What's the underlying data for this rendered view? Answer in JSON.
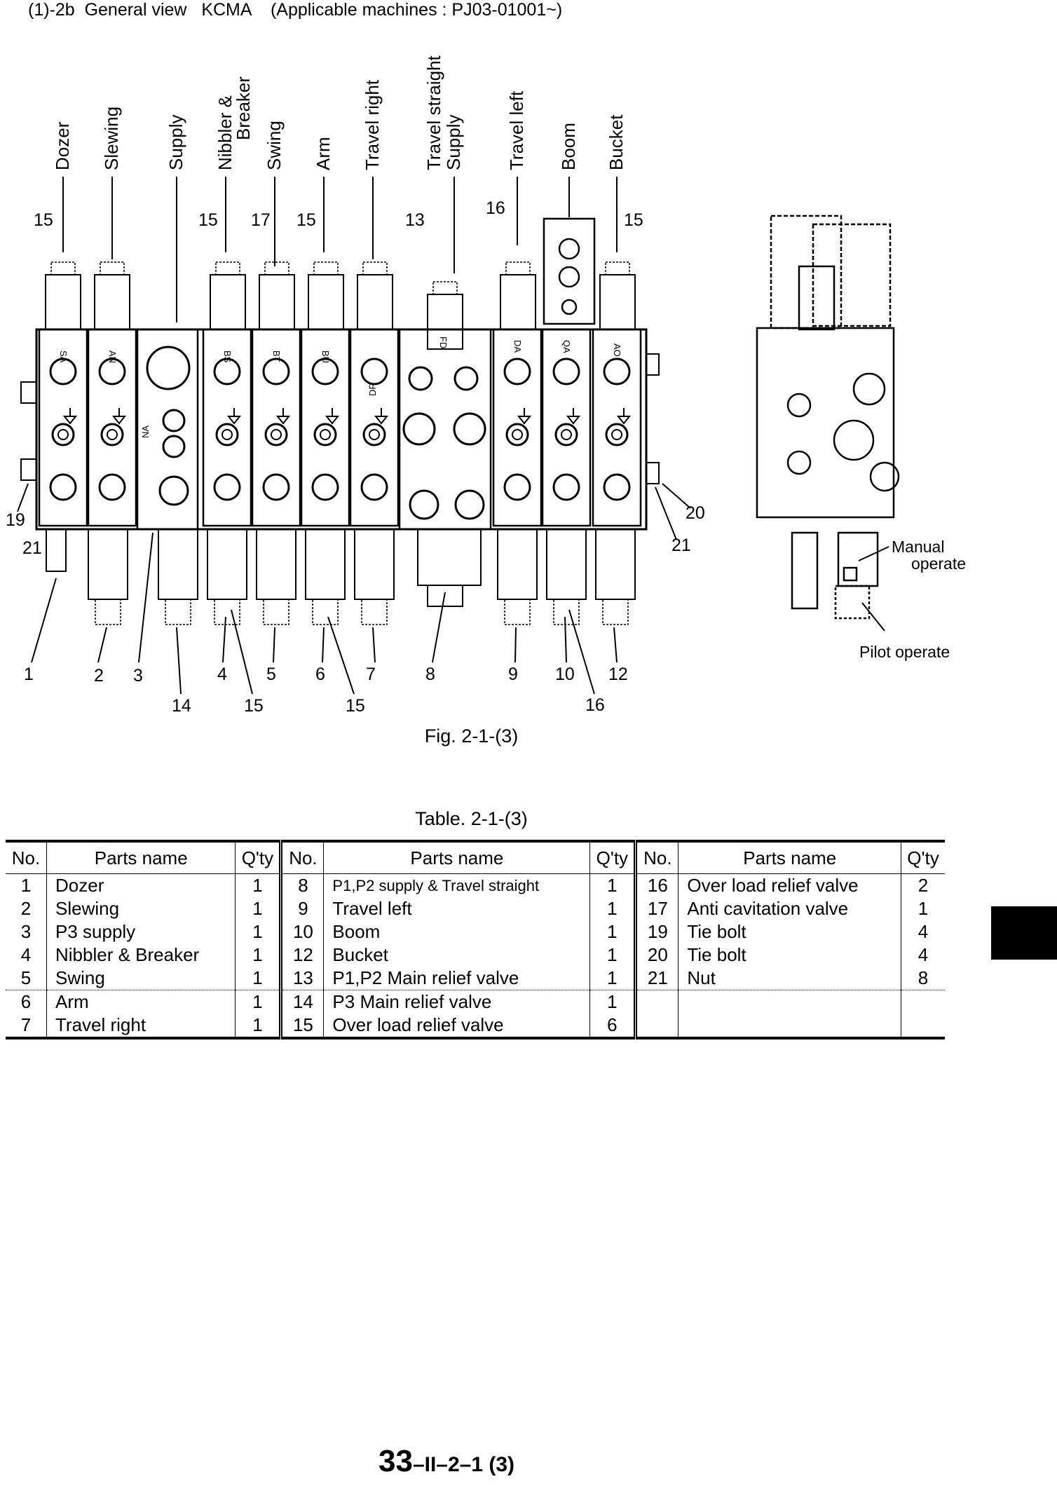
{
  "header": {
    "title": "(1)-2b  General view   KCMA    (Applicable machines : PJ03-01001~)"
  },
  "figure": {
    "top_labels": [
      "Dozer",
      "Slewing",
      "Supply",
      "Nibbler &",
      "Breaker",
      "Swing",
      "Arm",
      "Travel right",
      "Travel straight",
      "Supply",
      "Travel left",
      "Boom",
      "Bucket"
    ],
    "top_numbers": [
      "15",
      "15",
      "17",
      "15",
      "13",
      "16",
      "15"
    ],
    "side_numbers": [
      "19",
      "21",
      "20",
      "21"
    ],
    "bottom_numbers": [
      "1",
      "2",
      "3",
      "14",
      "4",
      "15",
      "5",
      "6",
      "15",
      "7",
      "8",
      "9",
      "10",
      "16",
      "12"
    ],
    "side_view_labels": [
      "Manual",
      "operate",
      "Pilot operate"
    ],
    "body_markings": [
      "SA",
      "AN",
      "NA",
      "BS",
      "BT",
      "BU",
      "DF",
      "FD",
      "DA",
      "QA",
      "AO"
    ],
    "caption": "Fig. 2-1-(3)"
  },
  "table": {
    "caption": "Table. 2-1-(3)",
    "headers": [
      "No.",
      "Parts name",
      "Q'ty",
      "No.",
      "Parts name",
      "Q'ty",
      "No.",
      "Parts name",
      "Q'ty"
    ],
    "rows": [
      [
        "1",
        "Dozer",
        "1",
        "8",
        "P1,P2 supply & Travel straight",
        "1",
        "16",
        "Over load relief valve",
        "2"
      ],
      [
        "2",
        "Slewing",
        "1",
        "9",
        "Travel left",
        "1",
        "17",
        "Anti cavitation valve",
        "1"
      ],
      [
        "3",
        "P3 supply",
        "1",
        "10",
        "Boom",
        "1",
        "19",
        "Tie bolt",
        "4"
      ],
      [
        "4",
        "Nibbler & Breaker",
        "1",
        "12",
        "Bucket",
        "1",
        "20",
        "Tie bolt",
        "4"
      ],
      [
        "5",
        "Swing",
        "1",
        "13",
        "P1,P2 Main relief valve",
        "1",
        "21",
        "Nut",
        "8"
      ],
      [
        "6",
        "Arm",
        "1",
        "14",
        "P3 Main relief valve",
        "1",
        "",
        "",
        ""
      ],
      [
        "7",
        "Travel right",
        "1",
        "15",
        "Over load relief valve",
        "6",
        "",
        "",
        ""
      ]
    ]
  },
  "footer": {
    "page_main": "33",
    "page_sub": "–II–2–1 (3)"
  }
}
